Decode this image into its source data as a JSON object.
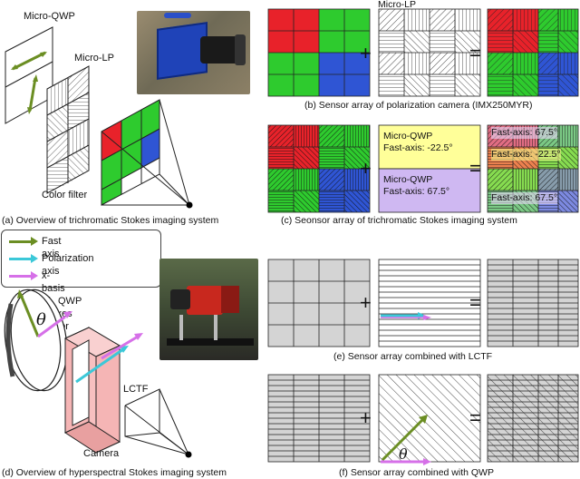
{
  "panel_a": {
    "micro_qwp": "Micro-QWP",
    "micro_lp": "Micro-LP",
    "color_filter": "Color filter",
    "caption": "(a) Overview of trichromatic Stokes imaging system"
  },
  "panel_b": {
    "micro_lp": "Micro-LP",
    "plus": "+",
    "equals": "=",
    "caption": "(b) Sensor array of polarization camera (IMX250MYR)"
  },
  "panel_c": {
    "box1_line1": "Micro-QWP",
    "box1_line2": "Fast-axis: -22.5°",
    "box2_line1": "Micro-QWP",
    "box2_line2": "Fast-axis: 67.5°",
    "r1": "Fast-axis: 67.5°",
    "r2": "Fast-axis: -22.5°",
    "r3": "Fast-axis: 67.5°",
    "plus": "+",
    "equals": "=",
    "caption": "(c) Seonsor array of trichromatic Stokes imaging system"
  },
  "legend": {
    "fast_axis": "Fast axis",
    "polarization_axis": "Polarization axis",
    "x_basis": "x-basis of Stokes vector",
    "colors": {
      "fast": "#6b8e23",
      "pol": "#3cc8d8",
      "xbasis": "#d670e8"
    }
  },
  "panel_d": {
    "qwp": "QWP",
    "theta": "θ",
    "lctf": "LCTF",
    "camera": "Camera",
    "caption": "(d) Overview of hyperspectral Stokes imaging system"
  },
  "panel_e": {
    "plus": "+",
    "equals": "=",
    "caption": "(e) Sensor array combined with LCTF"
  },
  "panel_f": {
    "plus": "+",
    "equals": "=",
    "theta": "θ",
    "caption": "(f) Sensor array combined with QWP"
  }
}
